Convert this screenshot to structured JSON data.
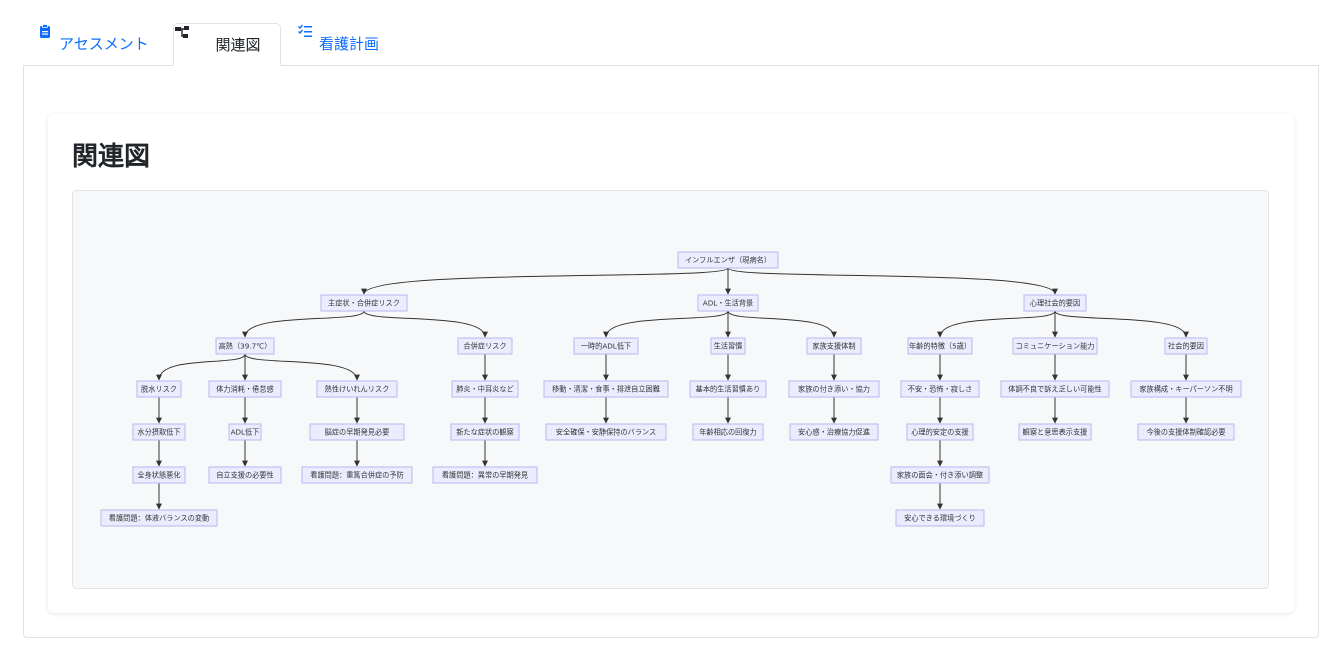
{
  "tabs": [
    {
      "label": "アセスメント",
      "icon": "clipboard-icon",
      "active": false
    },
    {
      "label": "関連図",
      "icon": "sitemap-icon",
      "active": true
    },
    {
      "label": "看護計画",
      "icon": "list-check-icon",
      "active": false
    }
  ],
  "card": {
    "title": "関連図"
  },
  "colors": {
    "accent": "#0d6efd",
    "node_fill": "#ececff",
    "node_stroke": "#b9b9f0"
  },
  "diagram": {
    "nodes": [
      {
        "id": "root",
        "label": "インフルエンザ（現病名）"
      },
      {
        "id": "a",
        "label": "主症状・合併症リスク"
      },
      {
        "id": "b",
        "label": "ADL・生活背景"
      },
      {
        "id": "c",
        "label": "心理社会的要因"
      },
      {
        "id": "a1",
        "label": "高熱（39.7℃）"
      },
      {
        "id": "a2",
        "label": "合併症リスク"
      },
      {
        "id": "b1",
        "label": "一時的ADL低下"
      },
      {
        "id": "b2",
        "label": "生活習慣"
      },
      {
        "id": "b3",
        "label": "家族支援体制"
      },
      {
        "id": "c1",
        "label": "年齢的特徴（5歳）"
      },
      {
        "id": "c2",
        "label": "コミュニケーション能力"
      },
      {
        "id": "c3",
        "label": "社会的要因"
      },
      {
        "id": "a1a",
        "label": "脱水リスク"
      },
      {
        "id": "a1b",
        "label": "体力消耗・倦怠感"
      },
      {
        "id": "a1c",
        "label": "熱性けいれんリスク"
      },
      {
        "id": "a2a",
        "label": "肺炎・中耳炎など"
      },
      {
        "id": "b1a",
        "label": "移動・清潔・食事・排泄自立困難"
      },
      {
        "id": "b2a",
        "label": "基本的生活習慣あり"
      },
      {
        "id": "b3a",
        "label": "家族の付き添い・協力"
      },
      {
        "id": "c1a",
        "label": "不安・恐怖・寂しさ"
      },
      {
        "id": "c2a",
        "label": "体調不良で訴え乏しい可能性"
      },
      {
        "id": "c3a",
        "label": "家族構成・キーパーソン不明"
      },
      {
        "id": "a1a1",
        "label": "水分摂取低下"
      },
      {
        "id": "a1b1",
        "label": "ADL低下"
      },
      {
        "id": "a1c1",
        "label": "脳症の早期発見必要"
      },
      {
        "id": "a2a1",
        "label": "新たな症状の観察"
      },
      {
        "id": "b1a1",
        "label": "安全確保・安静保持のバランス"
      },
      {
        "id": "b2a1",
        "label": "年齢相応の回復力"
      },
      {
        "id": "b3a1",
        "label": "安心感・治療協力促進"
      },
      {
        "id": "c1a1",
        "label": "心理的安定の支援"
      },
      {
        "id": "c2a1",
        "label": "観察と意思表示支援"
      },
      {
        "id": "c3a1",
        "label": "今後の支援体制確認必要"
      },
      {
        "id": "a1a2",
        "label": "全身状態悪化"
      },
      {
        "id": "a1b2",
        "label": "自立支援の必要性"
      },
      {
        "id": "a1c2",
        "label": "看護問題：重篤合併症の予防"
      },
      {
        "id": "a2a2",
        "label": "看護問題：異常の早期発見"
      },
      {
        "id": "c1a2",
        "label": "家族の面会・付き添い調整"
      },
      {
        "id": "a1a3",
        "label": "看護問題：体液バランスの変動"
      },
      {
        "id": "c1a3",
        "label": "安心できる環境づくり"
      }
    ]
  }
}
